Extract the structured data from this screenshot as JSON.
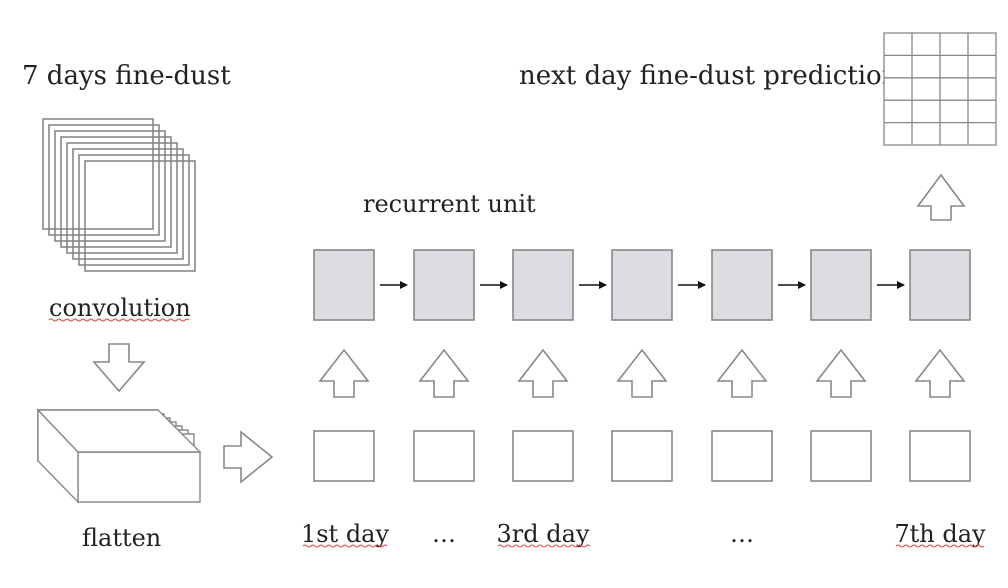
{
  "labels": {
    "input": "7 days fine-dust",
    "output": "next day fine-dust prediction",
    "recurrent": "recurrent unit",
    "convolution": "convolution",
    "flatten": "flatten"
  },
  "days": [
    "1st day",
    "…",
    "3rd day",
    "",
    "…",
    "",
    "7th day"
  ],
  "colors": {
    "stroke": "#888888",
    "cell_fill": "#dcdde0",
    "arrow": "#111111",
    "spell_underline": "#e04040"
  }
}
